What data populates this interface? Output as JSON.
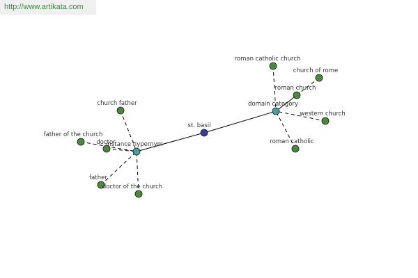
{
  "url": "http://www.artikata.com",
  "nodes": [
    {
      "id": "center",
      "label": "st. basil",
      "color": "#3a3aa0",
      "link": null
    },
    {
      "id": "hypernym",
      "label": "instance hypernym",
      "color": "#4a9ea0",
      "link": "center"
    },
    {
      "id": "domain",
      "label": "domain category",
      "color": "#4a9ea0",
      "link": "center"
    },
    {
      "id": "church-father",
      "label": "church father",
      "color": "#4a8a3a",
      "link": "hypernym"
    },
    {
      "id": "father-of-church",
      "label": "father of the church",
      "color": "#4a8a3a",
      "link": "hypernym"
    },
    {
      "id": "doctor",
      "label": "doctor",
      "color": "#4a8a3a",
      "link": "hypernym"
    },
    {
      "id": "father",
      "label": "father",
      "color": "#4a8a3a",
      "link": "hypernym"
    },
    {
      "id": "doctor-of-church",
      "label": "doctor of the church",
      "color": "#4a8a3a",
      "link": "hypernym"
    },
    {
      "id": "roman-catholic-church",
      "label": "roman catholic church",
      "color": "#4a8a3a",
      "link": "domain"
    },
    {
      "id": "church-of-rome",
      "label": "church of rome",
      "color": "#4a8a3a",
      "link": "domain"
    },
    {
      "id": "roman-church",
      "label": "roman church",
      "color": "#4a8a3a",
      "link": "domain"
    },
    {
      "id": "western-church",
      "label": "western church",
      "color": "#4a8a3a",
      "link": "domain"
    },
    {
      "id": "roman-catholic",
      "label": "roman catholic",
      "color": "#4a8a3a",
      "link": "domain"
    }
  ]
}
